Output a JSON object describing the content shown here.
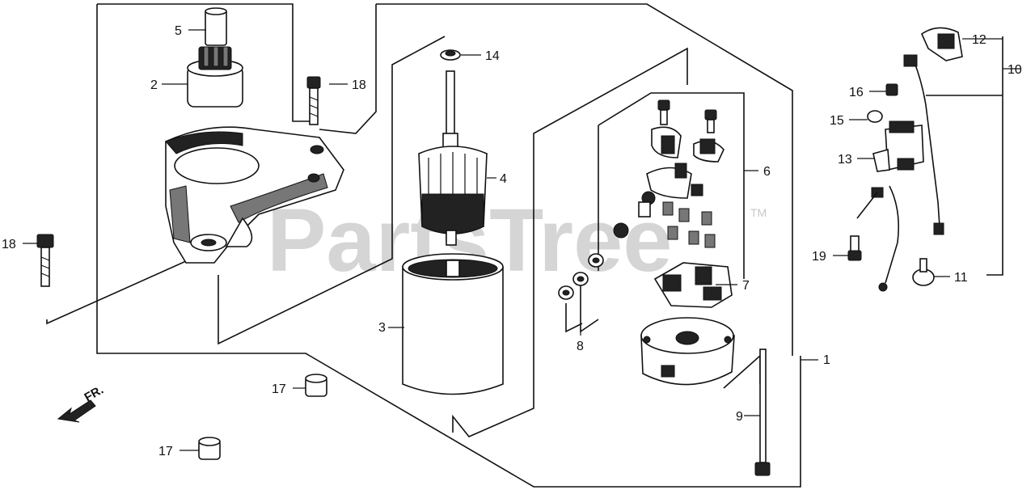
{
  "watermark": {
    "text": "PartsTree",
    "tm": "TM"
  },
  "direction": {
    "label": "FR."
  },
  "callouts": {
    "c1": "1",
    "c2": "2",
    "c3": "3",
    "c4": "4",
    "c5": "5",
    "c6": "6",
    "c7": "7",
    "c8": "8",
    "c9": "9",
    "c10": "10",
    "c11": "11",
    "c12": "12",
    "c13": "13",
    "c14": "14",
    "c15": "15",
    "c16": "16",
    "c17a": "17",
    "c17b": "17",
    "c18a": "18",
    "c18b": "18",
    "c19": "19"
  }
}
